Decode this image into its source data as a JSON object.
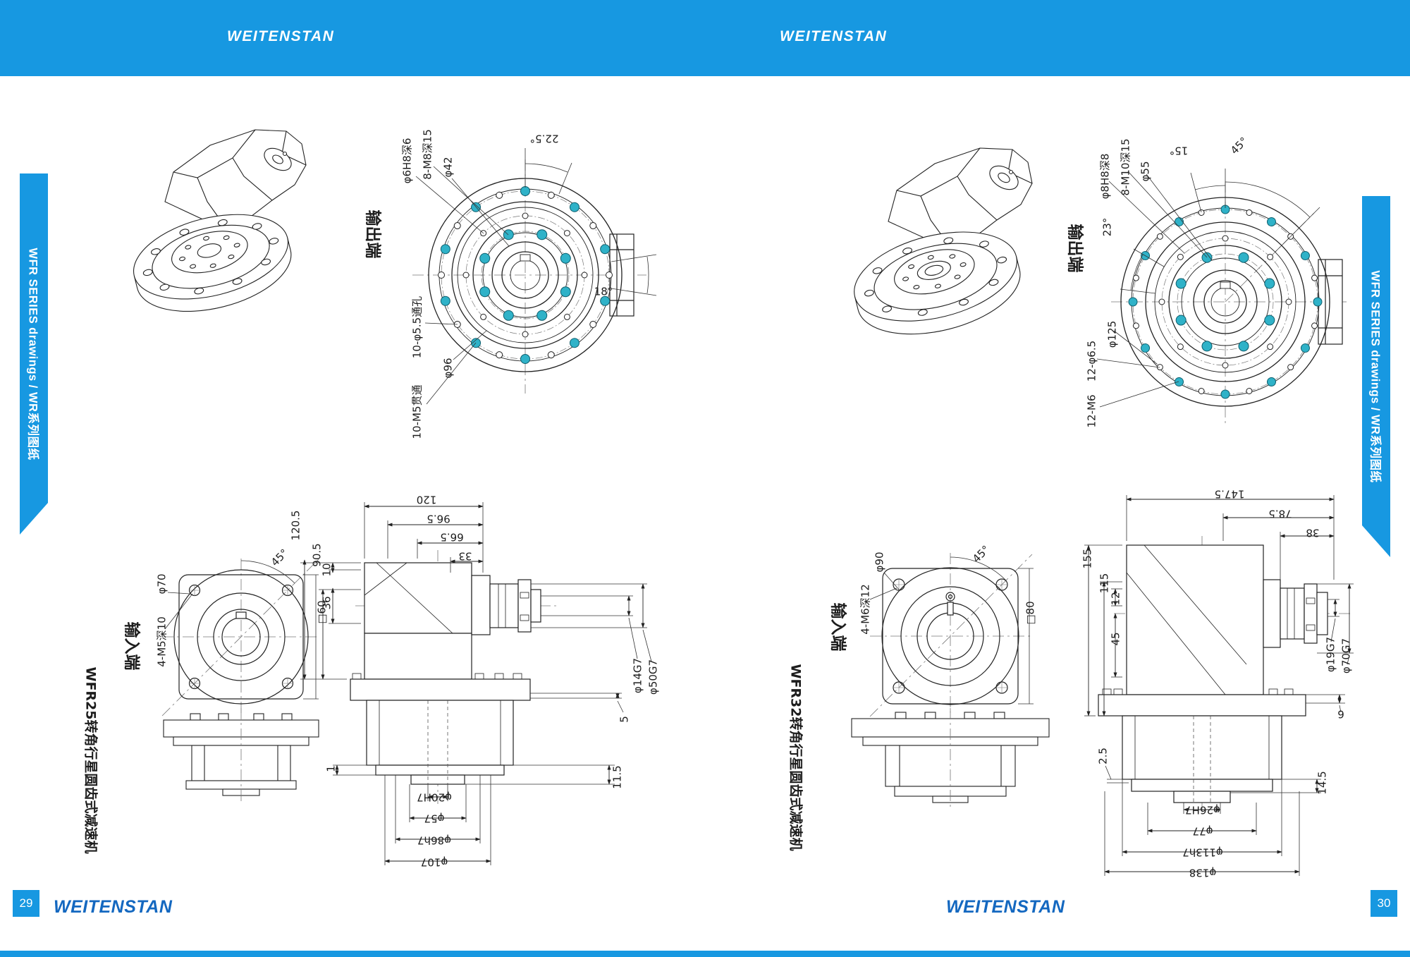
{
  "header": {
    "logo_left": "WEITENSTAN",
    "logo_right": "WEITENSTAN"
  },
  "ribbons": {
    "left": "WFR SERIES drawings / WR系列图纸",
    "right": "WFR SERIES drawings / WR系列图纸"
  },
  "footer": {
    "page_left": "29",
    "page_right": "30",
    "logo_left": "WEITENSTAN",
    "logo_right": "WEITENSTAN"
  },
  "colors": {
    "brand_blue": "#1798e1",
    "logo_blue": "#1468c0",
    "hole_teal": "#2fb2c8",
    "line": "#1d1d1d"
  },
  "page29": {
    "model_caption": "WFR25转角行星圆齿式减速机",
    "output_view": {
      "title": "输出端",
      "angle_top": "22.5°",
      "angle_right": "18°",
      "pin_hole": "φ6H8深6",
      "tap_ring": "8-M8深15",
      "dia_inner": "φ42",
      "through_holes": "10-φ5.5通孔",
      "tap_through": "10-M5贯通",
      "dia_outer": "φ96"
    },
    "input_view": {
      "title": "输入端",
      "angle": "45°",
      "dia": "φ70",
      "taps": "4-M5深10",
      "square": "□60"
    },
    "side_view": {
      "top_dims": [
        "120",
        "96.5",
        "66.5",
        "33"
      ],
      "left_dims": [
        "120.5",
        "90.5",
        "10",
        "36"
      ],
      "left_small": "1",
      "bottom_dims": [
        "φ20H7",
        "φ57",
        "φ86h7",
        "φ107"
      ],
      "right_dims": [
        "φ14G7",
        "φ50G7",
        "5",
        "11.5"
      ]
    }
  },
  "page30": {
    "model_caption": "WFR32转角行星圆齿式减速机",
    "output_view": {
      "title": "输出端",
      "angle_top": "15°",
      "angle_diag": "45°",
      "angle_left": "23°",
      "pin_hole": "φ8H8深8",
      "tap_ring": "8-M10深15",
      "dia_inner": "φ55",
      "dia_bc": "φ125",
      "through_holes": "12-φ6.5",
      "tap_through": "12-M6"
    },
    "input_view": {
      "title": "输入端",
      "angle": "45°",
      "dia": "φ90",
      "taps": "4-M6深12",
      "square": "□80"
    },
    "side_view": {
      "top_dims": [
        "147.5",
        "78.5",
        "38"
      ],
      "left_dims": [
        "155",
        "115",
        "12",
        "45"
      ],
      "left_small": "2.5",
      "bottom_dims": [
        "φ26H7",
        "φ77",
        "φ113h7",
        "φ138"
      ],
      "right_dims": [
        "φ19G7",
        "φ70G7",
        "9",
        "14.5"
      ]
    }
  }
}
